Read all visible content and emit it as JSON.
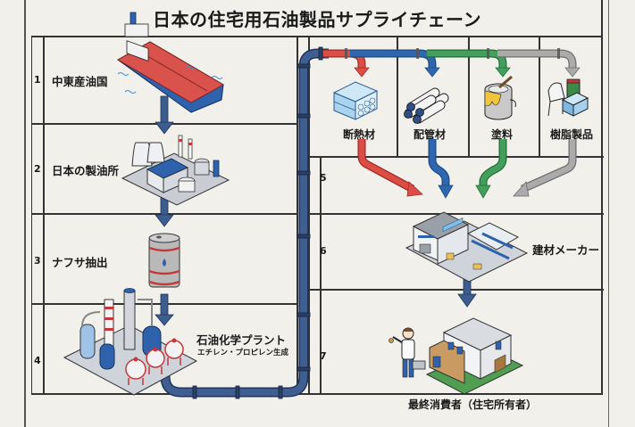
{
  "title": "日本の住宅用石油製品サプライチェーン",
  "steps": [
    {
      "num": "1",
      "label": "中東産油国",
      "icon": "oil-tanker-ship"
    },
    {
      "num": "2",
      "label": "日本の製油所",
      "icon": "oil-refinery"
    },
    {
      "num": "3",
      "label": "ナフサ抽出",
      "icon": "oil-barrel"
    },
    {
      "num": "4",
      "label": "石油化学プラント",
      "sublabel": "エチレン・プロピレン生成",
      "icon": "petrochemical-plant"
    },
    {
      "num": "5",
      "label": "",
      "icon": ""
    },
    {
      "num": "6",
      "label": "建材メーカー",
      "icon": "factory-warehouse"
    },
    {
      "num": "7",
      "label": "最終消費者（住宅所有者）",
      "icon": "homeowner-house"
    }
  ],
  "products": [
    {
      "label": "断熱材",
      "icon": "insulation-panel",
      "color": "#d9463f"
    },
    {
      "label": "配管材",
      "icon": "pipes-bundle",
      "color": "#2d63ad"
    },
    {
      "label": "塗料",
      "icon": "paint-can",
      "color": "#3f9a57"
    },
    {
      "label": "樹脂製品",
      "icon": "plastic-products",
      "color": "#a8a8a8"
    }
  ],
  "colors": {
    "background": "#f1f0eb",
    "main_pipe": "#3d5d8f",
    "flow_arrow": "#3d5d8f",
    "grid_line": "#333333"
  }
}
